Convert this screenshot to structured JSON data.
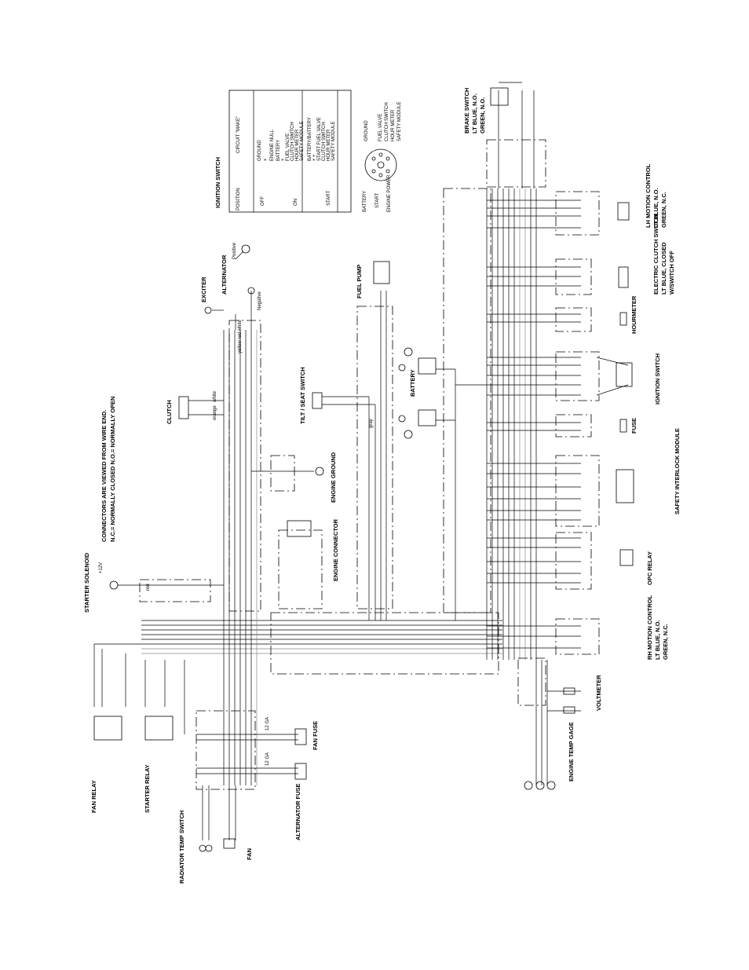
{
  "labels": {
    "starter_solenoid": "STARTER SOLENOID",
    "plus_12v": "+12V",
    "red": "red",
    "connectors_note_1": "CONNECTORS ARE VIEWED FROM WIRE END.",
    "connectors_note_2": "N.C.= NORMALLY CLOSED    N.O.= NORMALLY OPEN",
    "clutch": "CLUTCH",
    "white": "white",
    "orange": "orange",
    "exciter": "EXCITER",
    "alternator": "ALTERNATOR",
    "positive": "Positive",
    "negative": "Negative",
    "yellow_red_white": "yellow red white",
    "engine_ground": "ENGINE GROUND",
    "engine_connector": "ENGINE CONNECTOR",
    "tilt_seat_switch": "TILT / SEAT SWITCH",
    "gray": "gray",
    "fuel_pump": "FUEL PUMP",
    "battery": "BATTERY",
    "fan_relay": "FAN RELAY",
    "starter_relay": "STARTER RELAY",
    "radiator_temp_switch": "RADIATOR TEMP SWITCH",
    "fan": "FAN",
    "fan_fuse": "FAN FUSE",
    "alternator_fuse": "ALTERNATOR FUSE",
    "gauge_12": "12 GA",
    "voltmeter": "VOLTMETER",
    "engine_temp_gage": "ENGINE TEMP GAGE",
    "rh_motion_control": "RH MOTION CONTROL",
    "lt_blue_no": "LT BLUE, N.O.",
    "green_nc": "GREEN, N.C.",
    "opc_relay": "OPC RELAY",
    "safety_interlock_module": "SAFETY INTERLOCK MODULE",
    "fuse": "FUSE",
    "ignition_switch": "IGNITION SWITCH",
    "hourmeter": "HOURMETER",
    "electric_clutch_switch": "ELECTRIC CLUTCH SWITCH",
    "lt_blue_closed": "LT BLUE, CLOSED",
    "w_switch_off": "W/SWITCH OFF",
    "lh_motion_control": "LH MOTION CONTROL",
    "brake_switch": "BRAKE SWITCH",
    "green_no": "GREEN, N.O.",
    "key_ground": "GROUND",
    "key_fuel_valve": "FUEL VALVE",
    "key_clutch_switch": "CLUTCH SWITCH",
    "key_hour_meter": "HOUR METER",
    "key_safety_module": "SAFETY MODULE",
    "key_battery": "BATTERY",
    "key_start": "START",
    "key_engine_power": "ENGINE POWER"
  },
  "ignition_table": {
    "title": "IGNITION SWITCH",
    "col_position": "POSITION",
    "col_circuit": "CIRCUIT \"MAKE\"",
    "rows": [
      {
        "position": "OFF",
        "circuit": [
          "GROUND",
          "+",
          "ENGINE NULL"
        ]
      },
      {
        "position": "ON",
        "circuit": [
          "BATTERY",
          "+",
          "FUEL VALVE",
          "CLUTCH SWITCH",
          "HOUR METER",
          "SAFETY MODULE"
        ]
      },
      {
        "position": "START",
        "circuit": [
          "BATTERY/BATTERY",
          "+       +",
          "START  FUEL VALVE",
          "CLUTCH SWITCH",
          "HOUR METER",
          "SAFETY MODULE"
        ]
      }
    ]
  }
}
